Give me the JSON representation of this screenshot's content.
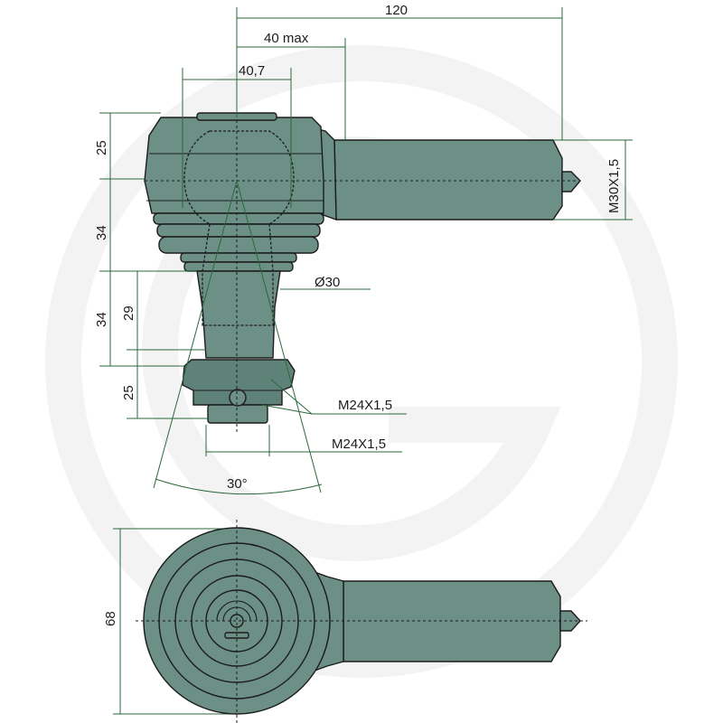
{
  "brand": {
    "watermark_color": "#f3f3f3",
    "part_color": "#6c8f86",
    "dimension_color": "#2a6a3c"
  },
  "dimensions": {
    "overall_length": "120",
    "pin_offset_max": "40 max",
    "ball_width": "40,7",
    "head_height": "25",
    "boot_height": "34",
    "pin_length": "34",
    "pin_thread_length": "29",
    "nut_height": "25",
    "pin_diameter": "Ø30",
    "shank_thread": "M30X1,5",
    "nut_thread": "M24X1,5",
    "pin_thread": "M24X1,5",
    "swivel_angle": "30°",
    "head_diameter": "68"
  }
}
